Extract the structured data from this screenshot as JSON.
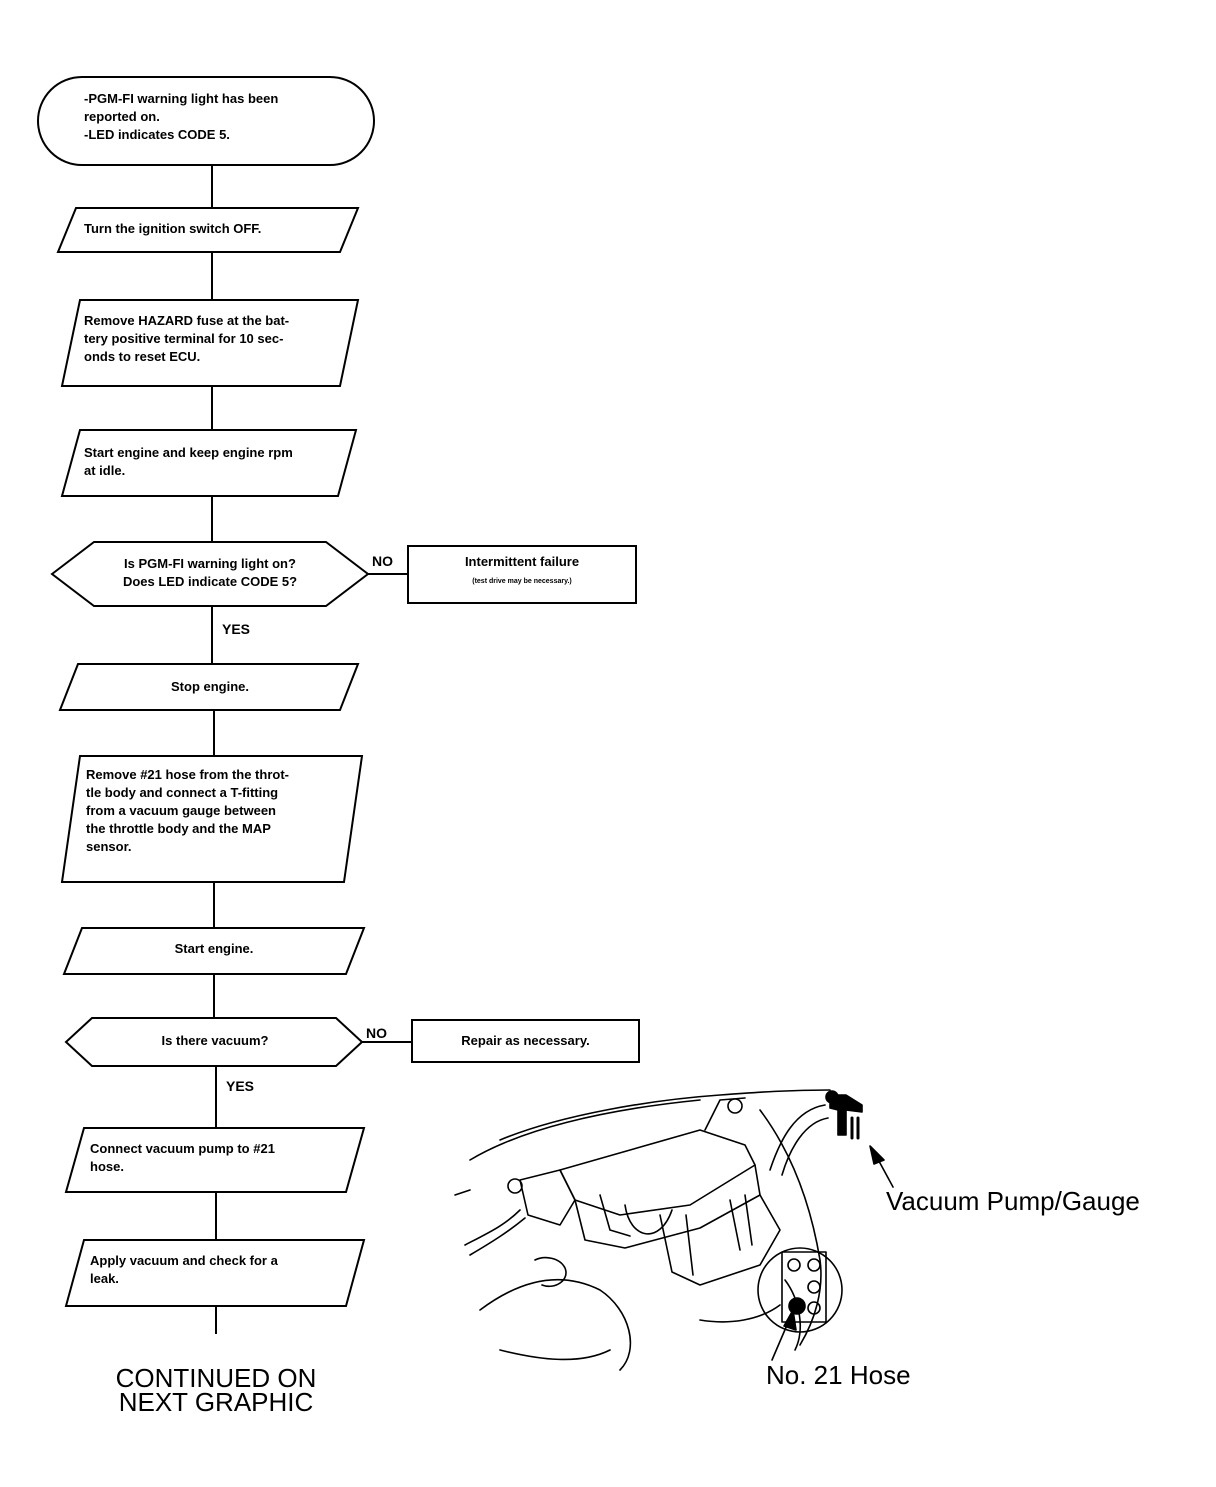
{
  "flowchart": {
    "start": "-PGM-FI warning light has been\n reported on.\n-LED indicates CODE 5.",
    "step1": "Turn the ignition switch OFF.",
    "step2": "Remove HAZARD fuse at the bat-\ntery positive terminal for 10 sec-\nonds to reset ECU.",
    "step3": "Start engine and keep engine rpm\nat idle.",
    "decision1": "Is PGM-FI warning light on?\nDoes LED indicate CODE 5?",
    "decision1_no_label": "NO",
    "decision1_yes_label": "YES",
    "decision1_no_result_title": "Intermittent failure",
    "decision1_no_result_note": "(test drive may be necessary.)",
    "step4": "Stop engine.",
    "step5": "Remove #21 hose from the throt-\ntle body and connect a T-fitting\nfrom a vacuum gauge between\nthe throttle body and the MAP\nsensor.",
    "step6": "Start engine.",
    "decision2": "Is there vacuum?",
    "decision2_no_label": "NO",
    "decision2_yes_label": "YES",
    "decision2_no_result": "Repair as necessary.",
    "step7": "Connect vacuum pump to #21\nhose.",
    "step8": "Apply vacuum and check for a\nleak.",
    "continued": "CONTINUED ON\nNEXT GRAPHIC"
  },
  "illustration": {
    "callout_pump": "Vacuum Pump/Gauge",
    "callout_hose": "No. 21 Hose"
  }
}
